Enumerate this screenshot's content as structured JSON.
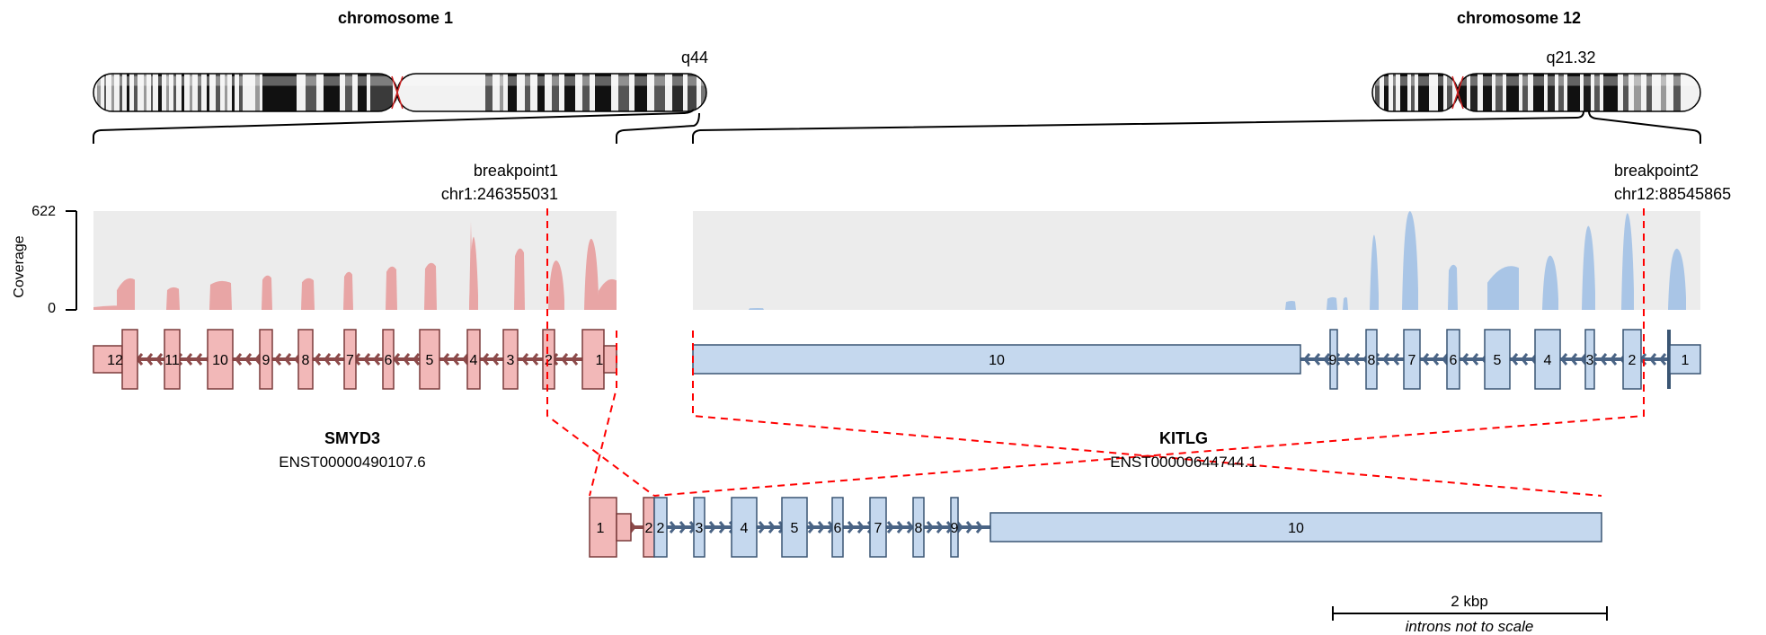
{
  "chromosomes": {
    "left": {
      "title": "chromosome 1",
      "band": "q44"
    },
    "right": {
      "title": "chromosome 12",
      "band": "q21.32"
    }
  },
  "breakpoints": {
    "left": {
      "label": "breakpoint1",
      "position": "chr1:246355031"
    },
    "right": {
      "label": "breakpoint2",
      "position": "chr12:88545865"
    }
  },
  "coverage": {
    "axis_title": "Coverage",
    "max_label": "622",
    "min_label": "0",
    "max_value": 622
  },
  "genes": {
    "left": {
      "name": "SMYD3",
      "transcript": "ENST00000490107.6",
      "color": "#f2b8b8",
      "stroke": "#8b3d3d",
      "exons": [
        "12",
        "11",
        "10",
        "9",
        "8",
        "7",
        "6",
        "5",
        "4",
        "3",
        "2",
        "1"
      ]
    },
    "right": {
      "name": "KITLG",
      "transcript": "ENST00000644744.1",
      "color": "#c5d8ee",
      "stroke": "#3d5a7a",
      "exons": [
        "10",
        "9",
        "8",
        "7",
        "6",
        "5",
        "4",
        "3",
        "2",
        "1"
      ]
    }
  },
  "fusion": {
    "exons": [
      "1",
      "2",
      "2",
      "3",
      "4",
      "5",
      "6",
      "7",
      "8",
      "9",
      "10"
    ]
  },
  "colors": {
    "coverage_bg": "#ececec",
    "coverage_left": "#e8a5a5",
    "coverage_right": "#a9c5e6",
    "breakpoint_line": "#ff0000"
  },
  "scale": {
    "label": "2 kbp",
    "note": "introns not to scale"
  }
}
